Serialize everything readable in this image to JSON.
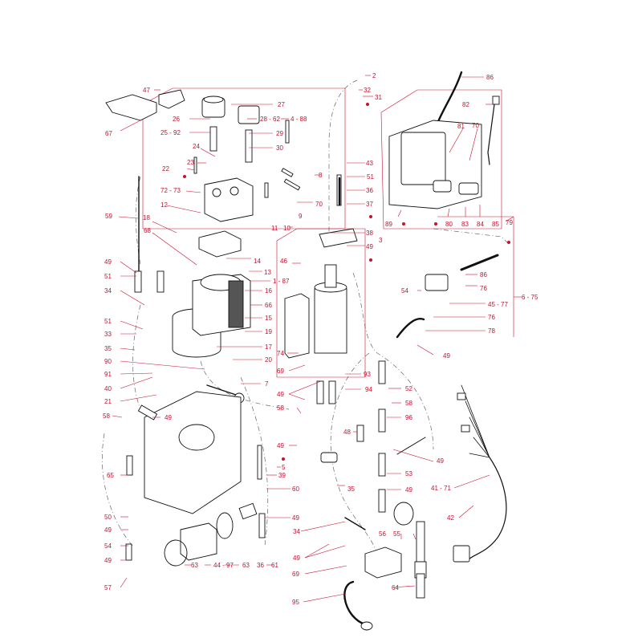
{
  "diagram": {
    "callouts": [
      {
        "id": "c2",
        "text": "2"
      },
      {
        "id": "c32",
        "text": "32"
      },
      {
        "id": "c31",
        "text": "31"
      },
      {
        "id": "c86a",
        "text": "86"
      },
      {
        "id": "c47",
        "text": "47"
      },
      {
        "id": "c27",
        "text": "27"
      },
      {
        "id": "c26",
        "text": "26"
      },
      {
        "id": "c28_62",
        "text": "28 - 62"
      },
      {
        "id": "c4_88",
        "text": "4  -  88"
      },
      {
        "id": "c82",
        "text": "82"
      },
      {
        "id": "c67",
        "text": "67"
      },
      {
        "id": "c25_92",
        "text": "25 - 92"
      },
      {
        "id": "c29",
        "text": "29"
      },
      {
        "id": "c81",
        "text": "81"
      },
      {
        "id": "c70a",
        "text": "70"
      },
      {
        "id": "c24",
        "text": "24"
      },
      {
        "id": "c30",
        "text": "30"
      },
      {
        "id": "c23",
        "text": "23"
      },
      {
        "id": "c22",
        "text": "22"
      },
      {
        "id": "c43",
        "text": "43"
      },
      {
        "id": "c8",
        "text": "8"
      },
      {
        "id": "c51a",
        "text": "51"
      },
      {
        "id": "c72_73",
        "text": "72 - 73"
      },
      {
        "id": "c36a",
        "text": "36"
      },
      {
        "id": "c12",
        "text": "12"
      },
      {
        "id": "c70b",
        "text": "70"
      },
      {
        "id": "c37",
        "text": "37"
      },
      {
        "id": "c59",
        "text": "59"
      },
      {
        "id": "c18",
        "text": "18"
      },
      {
        "id": "c11",
        "text": "11"
      },
      {
        "id": "c10",
        "text": "10"
      },
      {
        "id": "c9",
        "text": "9"
      },
      {
        "id": "c89",
        "text": "89"
      },
      {
        "id": "c80",
        "text": "80"
      },
      {
        "id": "c83",
        "text": "83"
      },
      {
        "id": "c84",
        "text": "84"
      },
      {
        "id": "c85",
        "text": "85"
      },
      {
        "id": "c79",
        "text": "79"
      },
      {
        "id": "c68",
        "text": "68"
      },
      {
        "id": "c38",
        "text": "38"
      },
      {
        "id": "c3",
        "text": "3"
      },
      {
        "id": "c49a",
        "text": "49"
      },
      {
        "id": "c14",
        "text": "14"
      },
      {
        "id": "c46",
        "text": "46"
      },
      {
        "id": "c86b",
        "text": "86"
      },
      {
        "id": "c49b",
        "text": "49"
      },
      {
        "id": "c13",
        "text": "13"
      },
      {
        "id": "c51b",
        "text": "51"
      },
      {
        "id": "c1_87",
        "text": "1  -  87"
      },
      {
        "id": "c76a",
        "text": "76"
      },
      {
        "id": "c54a",
        "text": "54"
      },
      {
        "id": "c16",
        "text": "16"
      },
      {
        "id": "c6_75",
        "text": "6 - 75"
      },
      {
        "id": "c34a",
        "text": "34"
      },
      {
        "id": "c45_77",
        "text": "45 - 77"
      },
      {
        "id": "c66",
        "text": "66"
      },
      {
        "id": "c76b",
        "text": "76"
      },
      {
        "id": "c51c",
        "text": "51"
      },
      {
        "id": "c15",
        "text": "15"
      },
      {
        "id": "c78",
        "text": "78"
      },
      {
        "id": "c33",
        "text": "33"
      },
      {
        "id": "c19",
        "text": "19"
      },
      {
        "id": "c35a",
        "text": "35"
      },
      {
        "id": "c17",
        "text": "17"
      },
      {
        "id": "c74",
        "text": "74"
      },
      {
        "id": "c49c",
        "text": "49"
      },
      {
        "id": "c90",
        "text": "90"
      },
      {
        "id": "c20",
        "text": "20"
      },
      {
        "id": "c69a",
        "text": "69"
      },
      {
        "id": "c91",
        "text": "91"
      },
      {
        "id": "c93",
        "text": "93"
      },
      {
        "id": "c40",
        "text": "40"
      },
      {
        "id": "c7",
        "text": "7"
      },
      {
        "id": "c94",
        "text": "94"
      },
      {
        "id": "c52",
        "text": "52"
      },
      {
        "id": "c49d",
        "text": "49"
      },
      {
        "id": "c21",
        "text": "21"
      },
      {
        "id": "c58a",
        "text": "58"
      },
      {
        "id": "c58b",
        "text": "58"
      },
      {
        "id": "c58c",
        "text": "58"
      },
      {
        "id": "c49e",
        "text": "49"
      },
      {
        "id": "c96",
        "text": "96"
      },
      {
        "id": "c48",
        "text": "48"
      },
      {
        "id": "c49f",
        "text": "49"
      },
      {
        "id": "c49g",
        "text": "49"
      },
      {
        "id": "c5",
        "text": "5"
      },
      {
        "id": "c53",
        "text": "53"
      },
      {
        "id": "c65",
        "text": "65"
      },
      {
        "id": "c39",
        "text": "39"
      },
      {
        "id": "c41_71",
        "text": "41 - 71"
      },
      {
        "id": "c35b",
        "text": "35"
      },
      {
        "id": "c49h",
        "text": "49"
      },
      {
        "id": "c60",
        "text": "60"
      },
      {
        "id": "c50",
        "text": "50"
      },
      {
        "id": "c42",
        "text": "42"
      },
      {
        "id": "c49i",
        "text": "49"
      },
      {
        "id": "c49j",
        "text": "49"
      },
      {
        "id": "c34b",
        "text": "34"
      },
      {
        "id": "c56",
        "text": "56"
      },
      {
        "id": "c55",
        "text": "55"
      },
      {
        "id": "c54b",
        "text": "54"
      },
      {
        "id": "c49k",
        "text": "49"
      },
      {
        "id": "c44_97",
        "text": "44 - 97"
      },
      {
        "id": "c63a",
        "text": "63"
      },
      {
        "id": "c63b",
        "text": "63"
      },
      {
        "id": "c36b",
        "text": "36"
      },
      {
        "id": "c61",
        "text": "61"
      },
      {
        "id": "c49l",
        "text": "49"
      },
      {
        "id": "c69b",
        "text": "69"
      },
      {
        "id": "c64",
        "text": "64"
      },
      {
        "id": "c57",
        "text": "57"
      },
      {
        "id": "c95",
        "text": "95"
      }
    ],
    "colors": {
      "callout": "#c8102e",
      "line_art": "#111111",
      "background": "#ffffff"
    }
  }
}
